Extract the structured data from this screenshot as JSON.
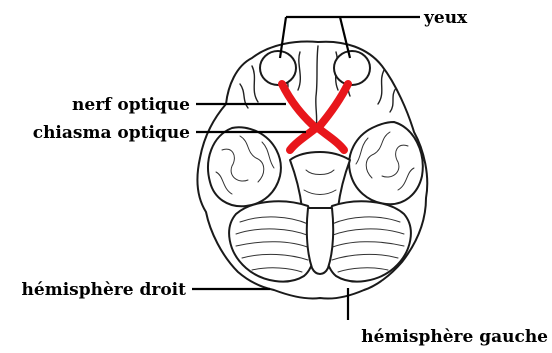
{
  "labels": {
    "eyes": "yeux",
    "optic_nerve": "nerf optique",
    "optic_chiasm": "chiasma optique",
    "right_hemisphere": "hémisphère droit",
    "left_hemisphere": "hémisphère gauche"
  },
  "colors": {
    "optic_pathway": "#e8161b",
    "outline": "#1a1a1a",
    "background": "#ffffff"
  }
}
